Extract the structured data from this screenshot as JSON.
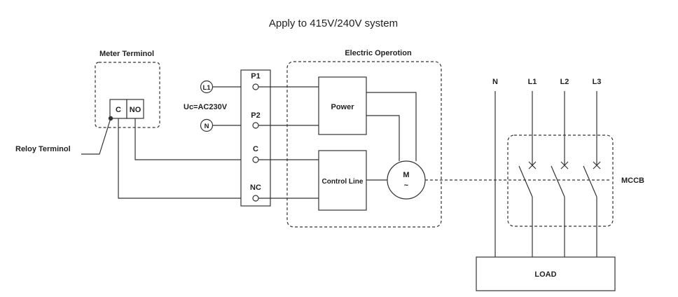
{
  "title": "Apply to 415V/240V system",
  "meter": {
    "heading": "Meter Terminol",
    "c": "C",
    "no": "NO",
    "relay_label": "Reloy Terminol"
  },
  "terminal_block": {
    "p1": "P1",
    "p2": "P2",
    "c": "C",
    "nc": "NC"
  },
  "supply": {
    "l1": "L1",
    "n": "N",
    "voltage": "Uc=AC230V"
  },
  "electric_operation": {
    "heading": "Electric Operotion",
    "power": "Power",
    "control_line": "Control Line",
    "motor": "M",
    "motor_symbol": "~"
  },
  "mains": {
    "n": "N",
    "l1": "L1",
    "l2": "L2",
    "l3": "L3"
  },
  "mccb": "MCCB",
  "load": "LOAD"
}
